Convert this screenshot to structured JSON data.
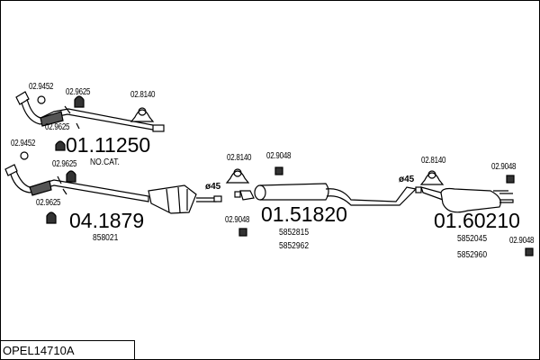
{
  "title": "OPEL14710A",
  "part_labels": {
    "a1": "02.9452",
    "a2": "02.9625",
    "a3": "02.8140",
    "a4": "02.9625",
    "b1": "02.9452",
    "b2": "02.9625",
    "b3": "02.9625",
    "c1": "02.8140",
    "c2": "02.9048",
    "c3": "02.9048",
    "d1": "02.8140",
    "d2": "02.9048",
    "d3": "02.9048"
  },
  "assemblies": [
    {
      "number": "01.11250",
      "note": "NO.CAT."
    },
    {
      "number": "04.1879",
      "refs": [
        "858021"
      ]
    },
    {
      "number": "01.51820",
      "refs": [
        "5852815",
        "5852962"
      ]
    },
    {
      "number": "01.60210",
      "refs": [
        "5852045",
        "5852960"
      ]
    }
  ],
  "diameters": [
    "ø45",
    "ø45"
  ]
}
